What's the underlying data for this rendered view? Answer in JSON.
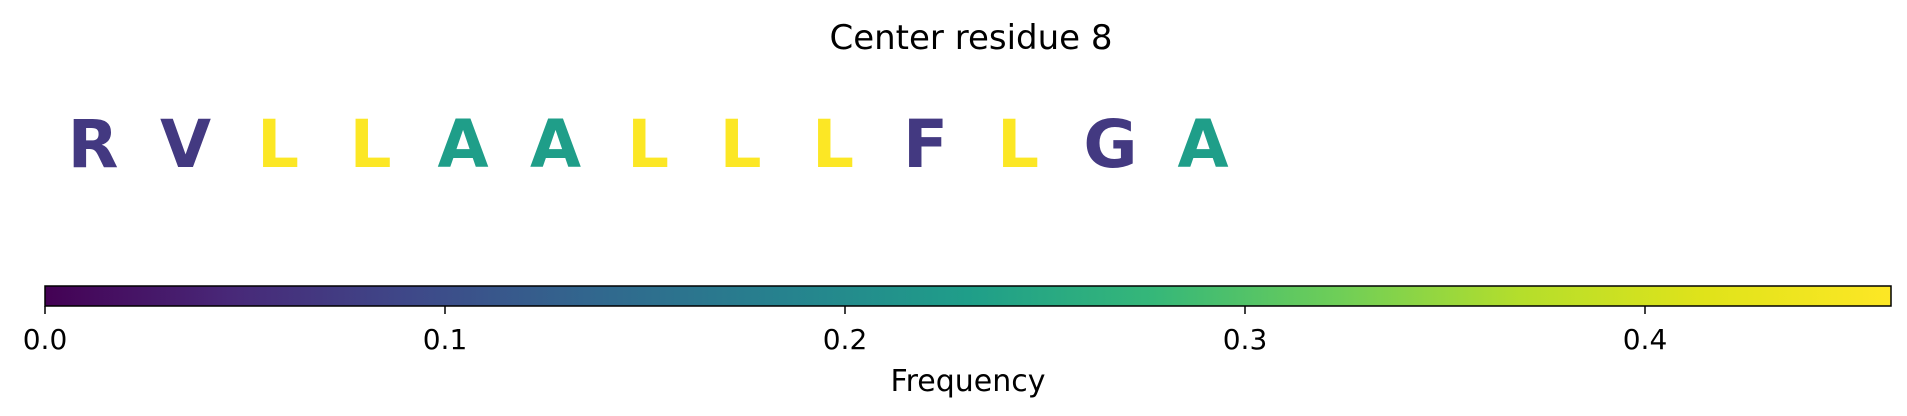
{
  "chart_data": {
    "type": "sequence-logo",
    "title": "Center residue 8",
    "residues": [
      {
        "letter": "R",
        "frequency": 0.07
      },
      {
        "letter": "V",
        "frequency": 0.07
      },
      {
        "letter": "L",
        "frequency": 0.46
      },
      {
        "letter": "L",
        "frequency": 0.46
      },
      {
        "letter": "A",
        "frequency": 0.23
      },
      {
        "letter": "A",
        "frequency": 0.23
      },
      {
        "letter": "L",
        "frequency": 0.46
      },
      {
        "letter": "L",
        "frequency": 0.46
      },
      {
        "letter": "L",
        "frequency": 0.46
      },
      {
        "letter": "F",
        "frequency": 0.07
      },
      {
        "letter": "L",
        "frequency": 0.46
      },
      {
        "letter": "G",
        "frequency": 0.07
      },
      {
        "letter": "A",
        "frequency": 0.23
      }
    ],
    "colorbar": {
      "label": "Frequency",
      "colormap": "viridis",
      "range": [
        0.0,
        0.4615
      ],
      "ticks": [
        {
          "value": 0.0,
          "label": "0.0"
        },
        {
          "value": 0.1,
          "label": "0.1"
        },
        {
          "value": 0.2,
          "label": "0.2"
        },
        {
          "value": 0.3,
          "label": "0.3"
        },
        {
          "value": 0.4,
          "label": "0.4"
        }
      ]
    }
  }
}
